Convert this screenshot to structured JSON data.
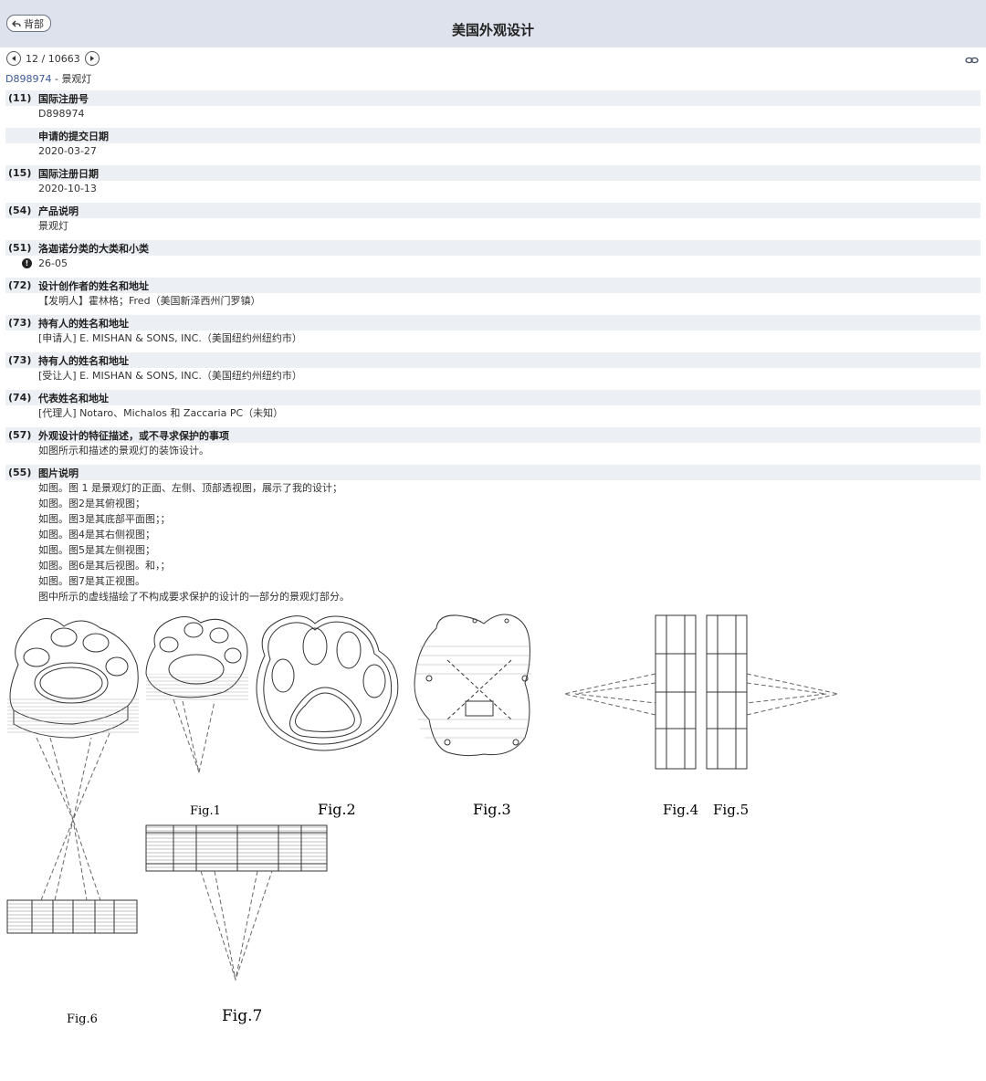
{
  "header": {
    "back_label": "背部",
    "title": "美国外观设计"
  },
  "pager": {
    "current": "12 / 10663"
  },
  "document": {
    "number": "D898974",
    "separator": " - ",
    "name": "景观灯"
  },
  "fields": [
    {
      "code": "(11)",
      "label": "国际注册号",
      "lines": [
        "D898974"
      ]
    },
    {
      "code": "",
      "label": "申请的提交日期",
      "lines": [
        "2020-03-27"
      ]
    },
    {
      "code": "(15)",
      "label": "国际注册日期",
      "lines": [
        "2020-10-13"
      ]
    },
    {
      "code": "(54)",
      "label": "产品说明",
      "lines": [
        "景观灯"
      ]
    },
    {
      "code": "(51)",
      "label": "洛迦诺分类的大类和小类",
      "lines": [
        "26-05"
      ],
      "info": true
    },
    {
      "code": "(72)",
      "label": "设计创作者的姓名和地址",
      "lines": [
        "【发明人】霍林格；Fred（美国新泽西州门罗镇）"
      ]
    },
    {
      "code": "(73)",
      "label": "持有人的姓名和地址",
      "lines": [
        "[申请人] E. MISHAN & SONS, INC.（美国纽约州纽约市）"
      ]
    },
    {
      "code": "(73)",
      "label": "持有人的姓名和地址",
      "lines": [
        "[受让人] E. MISHAN & SONS, INC.（美国纽约州纽约市）"
      ]
    },
    {
      "code": "(74)",
      "label": "代表姓名和地址",
      "lines": [
        "[代理人] Notaro、Michalos 和 Zaccaria PC（未知）"
      ]
    },
    {
      "code": "(57)",
      "label": "外观设计的特征描述，或不寻求保护的事项",
      "lines": [
        "如图所示和描述的景观灯的装饰设计。"
      ]
    },
    {
      "code": "(55)",
      "label": "图片说明",
      "lines": [
        "如图。图 1 是景观灯的正面、左侧、顶部透视图，展示了我的设计；",
        "如图。图2是其俯视图；",
        "如图。图3是其底部平面图；；",
        "如图。图4是其右侧视图；",
        "如图。图5是其左侧视图；",
        "如图。图6是其后视图。和，；",
        "如图。图7是其正视图。",
        "图中所示的虚线描绘了不构成要求保护的设计的一部分的景观灯部分。"
      ]
    }
  ],
  "figures": {
    "fig1": "Fig.1",
    "fig2": "Fig.2",
    "fig3": "Fig.3",
    "fig4": "Fig.4",
    "fig5": "Fig.5",
    "fig6": "Fig.6",
    "fig7": "Fig.7"
  },
  "icons": {
    "back": "back-arrow-icon",
    "prev": "prev-arrow-icon",
    "next": "next-arrow-icon",
    "link": "link-icon",
    "info": "info-icon"
  }
}
